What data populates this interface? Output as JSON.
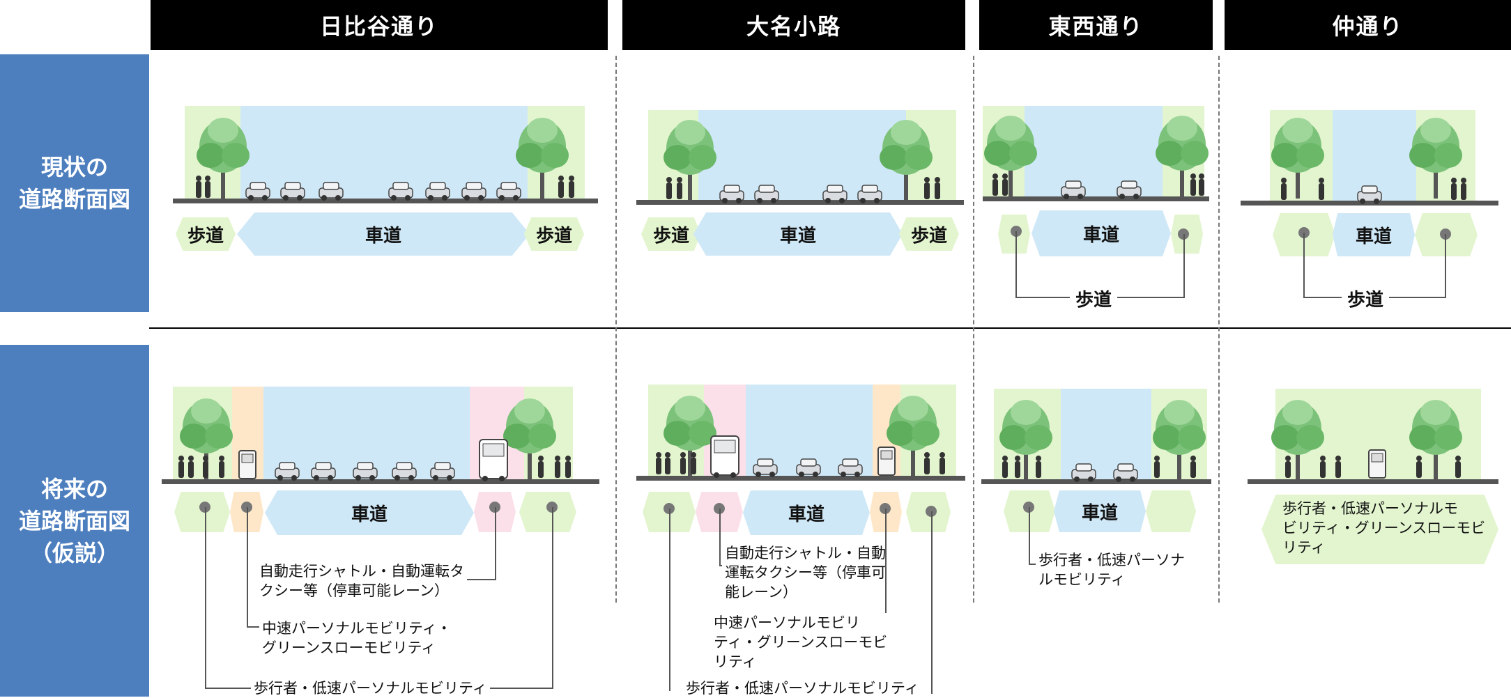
{
  "columns": [
    "日比谷通り",
    "大名小路",
    "東西通り",
    "仲通り"
  ],
  "rows": {
    "current": "現状の\n道路断面図",
    "future": "将来の\n道路断面図\n（仮説）"
  },
  "labels": {
    "sidewalk": "歩道",
    "roadway": "車道",
    "shuttle_hibiya": "自動走行シャトル・自動運転タ\nクシー等（停車可能レーン）",
    "shuttle_daimyo": "自動走行シャトル・自動\n運転タクシー等（停車可\n能レーン）",
    "mid_speed_hibiya": "中速パーソナルモビリティ・\nグリーンスローモビリティ",
    "mid_speed_daimyo": "中速パーソナルモビリ\nティ・グリーンスローモビ\nリティ",
    "pedestrian_low": "歩行者・低速パーソナルモビリティ",
    "pedestrian_tozai": "歩行者・低速パーソナ\nルモビリティ",
    "naka_future": "歩行者・低速パーソナルモ\nビリティ・グリーンスローモビ\nリティ"
  },
  "colors": {
    "header_bg": "#000000",
    "row_label_bg": "#4d7fbf",
    "sidewalk": "#e3f5cf",
    "roadway": "#cfe8f7",
    "mid_speed": "#fde7c8",
    "shuttle": "#fbe0ea"
  },
  "icons": [
    "tree-icon",
    "car-icon",
    "pedestrian-icon",
    "bus-icon",
    "shuttle-icon"
  ]
}
